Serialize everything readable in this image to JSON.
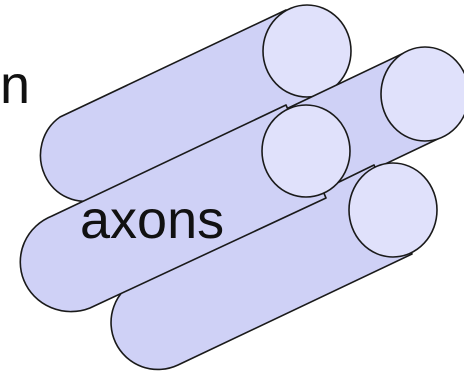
{
  "labels": {
    "partial_label": "n",
    "axons_label": "axons"
  },
  "colors": {
    "cylinder_fill": "#cfd1f6",
    "cylinder_end_fill": "#e0e1fb",
    "outline": "#1a1a1a",
    "label_text": "#111111",
    "background": "#ffffff"
  },
  "diagram": {
    "cylinders": [
      {
        "name": "axon-cylinder-back-top"
      },
      {
        "name": "axon-cylinder-back-right"
      },
      {
        "name": "axon-cylinder-bottom"
      },
      {
        "name": "axon-cylinder-middle"
      }
    ]
  }
}
